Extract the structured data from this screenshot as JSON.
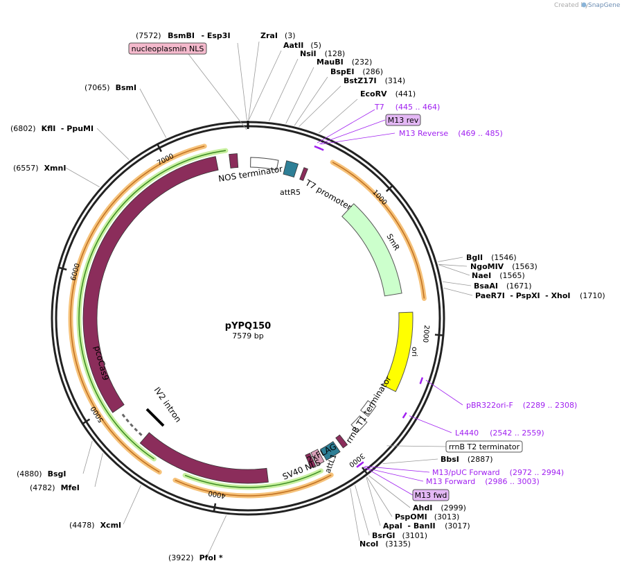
{
  "plasmid": {
    "name": "pYPQ150",
    "size_label": "7579 bp",
    "total_bp": 7579
  },
  "watermark": {
    "created_by": "Created by",
    "brand": "SnapGene"
  },
  "colors": {
    "backbone": "#222222",
    "cas9": "#8b2d5b",
    "feature_magenta": "#8b2d5b",
    "smr": "#ccffcc",
    "ori": "#ffff00",
    "attr_teal": "#2e7f96",
    "primer_purple": "#a020f0",
    "orange_arc": "#f6c27a",
    "green_arc": "#c8f0a0"
  },
  "ticks": [
    {
      "bp": 1000,
      "label": "1000"
    },
    {
      "bp": 2000,
      "label": "2000"
    },
    {
      "bp": 3000,
      "label": "3000"
    },
    {
      "bp": 4000,
      "label": "4000"
    },
    {
      "bp": 5000,
      "label": "5000"
    },
    {
      "bp": 6000,
      "label": "6000"
    },
    {
      "bp": 7000,
      "label": "7000"
    }
  ],
  "enzymes": [
    {
      "name": "BsmBI",
      "name2": "Esp3I",
      "pos": "(7572)",
      "bp": 7572
    },
    {
      "name": "ZraI",
      "pos": "(3)",
      "bp": 3
    },
    {
      "name": "AatII",
      "pos": "(5)",
      "bp": 5
    },
    {
      "name": "NsiI",
      "pos": "(128)",
      "bp": 128
    },
    {
      "name": "MauBI",
      "pos": "(232)",
      "bp": 232
    },
    {
      "name": "BspEI",
      "pos": "(286)",
      "bp": 286
    },
    {
      "name": "BstZ17I",
      "pos": "(314)",
      "bp": 314
    },
    {
      "name": "EcoRV",
      "pos": "(441)",
      "bp": 441
    },
    {
      "name": "BglI",
      "pos": "(1546)",
      "bp": 1546
    },
    {
      "name": "NgoMIV",
      "pos": "(1563)",
      "bp": 1563
    },
    {
      "name": "NaeI",
      "pos": "(1565)",
      "bp": 1565
    },
    {
      "name": "BsaAI",
      "pos": "(1671)",
      "bp": 1671
    },
    {
      "name": "PaeR7I",
      "name2": "PspXI",
      "name3": "XhoI",
      "pos": "(1710)",
      "bp": 1710
    },
    {
      "name": "BbsI",
      "pos": "(2887)",
      "bp": 2887
    },
    {
      "name": "AhdI",
      "pos": "(2999)",
      "bp": 2999
    },
    {
      "name": "PspOMI",
      "pos": "(3013)",
      "bp": 3013
    },
    {
      "name": "ApaI",
      "name2": "BanII",
      "pos": "(3017)",
      "bp": 3017
    },
    {
      "name": "BsrGI",
      "pos": "(3101)",
      "bp": 3101
    },
    {
      "name": "NcoI",
      "pos": "(3135)",
      "bp": 3135
    },
    {
      "name": "PfoI *",
      "pos": "(3922)",
      "bp": 3922
    },
    {
      "name": "XcmI",
      "pos": "(4478)",
      "bp": 4478
    },
    {
      "name": "MfeI",
      "pos": "(4782)",
      "bp": 4782
    },
    {
      "name": "BsgI",
      "pos": "(4880)",
      "bp": 4880
    },
    {
      "name": "XmnI",
      "pos": "(6557)",
      "bp": 6557
    },
    {
      "name": "KflI",
      "name2": "PpuMI",
      "pos": "(6802)",
      "bp": 6802
    },
    {
      "name": "BsmI",
      "pos": "(7065)",
      "bp": 7065
    }
  ],
  "primers": [
    {
      "name": "T7",
      "range": "(445 .. 464)"
    },
    {
      "name": "M13 Reverse",
      "range": "(469 .. 485)"
    },
    {
      "name": "pBR322ori-F",
      "range": "(2289 .. 2308)"
    },
    {
      "name": "L4440",
      "range": "(2542 .. 2559)"
    },
    {
      "name": "M13/pUC Forward",
      "range": "(2972 .. 2994)"
    },
    {
      "name": "M13 Forward",
      "range": "(2986 .. 3003)"
    }
  ],
  "boxed_labels": {
    "nuc_nls": "nucleoplasmin NLS",
    "m13_rev": "M13 rev",
    "m13_fwd": "M13 fwd",
    "rrnb_t2": "rrnB T2 terminator"
  },
  "features": {
    "nos_terminator": "NOS terminator",
    "attr5": "attR5",
    "t7_promoter": "T7 promoter",
    "smr": "SmR",
    "ori": "ori",
    "rrnb_t1": "rrnB T1 terminator",
    "attl1": "attL1",
    "flag": "2xFLAG",
    "sv40_nls": "SV40 NLS",
    "iv2_intron": "IV2 intron",
    "pcocas9": "pcoCas9"
  }
}
